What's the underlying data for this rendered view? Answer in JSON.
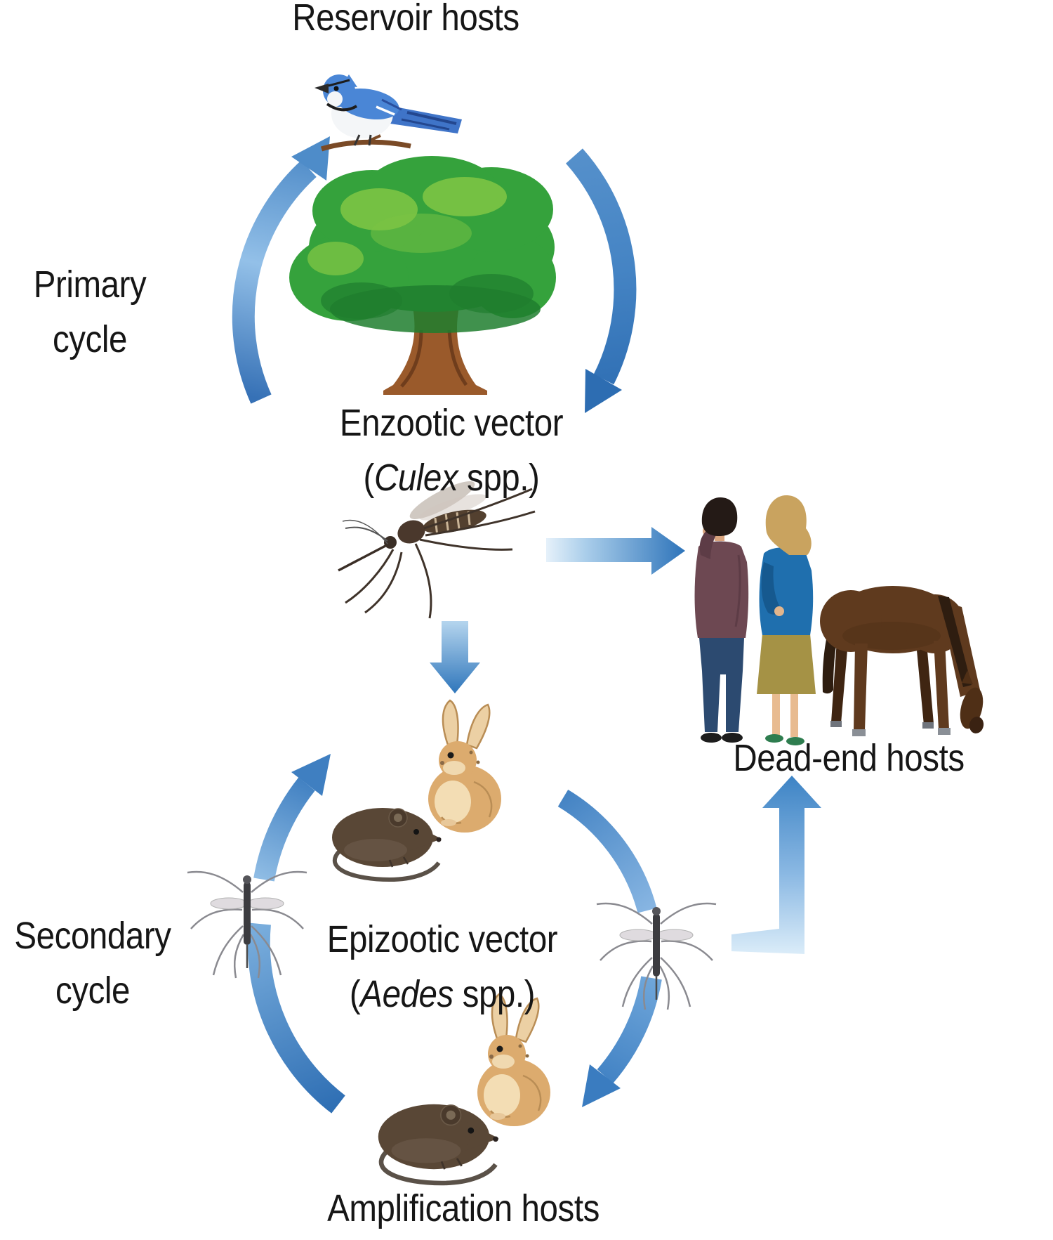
{
  "labels": {
    "reservoir_hosts": "Reservoir hosts",
    "primary_cycle": [
      "Primary",
      "cycle"
    ],
    "enzootic_vector": {
      "line1": "Enzootic vector",
      "pre": "(",
      "genus": "Culex",
      "post": " spp.)"
    },
    "secondary_cycle": [
      "Secondary",
      "cycle"
    ],
    "epizootic_vector": {
      "line1": "Epizootic vector",
      "pre": "(",
      "genus": "Aedes",
      "post": " spp.)"
    },
    "dead_end_hosts": "Dead-end hosts",
    "amplification_hosts": "Amplification hosts"
  },
  "icons": [
    "blue-jay-icon",
    "tree-icon",
    "culex-mosquito-icon",
    "aedes-mosquito-left-icon",
    "aedes-mosquito-right-icon",
    "mouse-icon-top",
    "rabbit-icon-top",
    "mouse-icon-bottom",
    "rabbit-icon-bottom",
    "man-icon",
    "woman-icon",
    "horse-icon"
  ],
  "flows": [
    {
      "from": "enzootic-vector",
      "to": "reservoir-hosts",
      "style": "cycle-arc-left",
      "direction": "clockwise"
    },
    {
      "from": "reservoir-hosts",
      "to": "enzootic-vector",
      "style": "cycle-arc-right",
      "direction": "clockwise"
    },
    {
      "from": "enzootic-vector",
      "to": "dead-end-hosts",
      "style": "straight-right-arrow"
    },
    {
      "from": "enzootic-vector",
      "to": "amplification-hosts",
      "style": "straight-down-arrow"
    },
    {
      "from": "epizootic-vector",
      "to": "amplification-hosts",
      "style": "cycle-arc",
      "direction": "clockwise"
    },
    {
      "from": "amplification-hosts",
      "to": "epizootic-vector",
      "style": "cycle-arc",
      "direction": "clockwise"
    },
    {
      "from": "epizootic-vector",
      "to": "dead-end-hosts",
      "style": "elbow-up-arrow"
    }
  ],
  "colors": {
    "background": "#ffffff",
    "text": "#161616",
    "arrow_blue": "#2e72b8",
    "arrow_blue_mid": "#5590cb",
    "arrow_blue_light": "#b9d6ef",
    "tree_green": "#35a23c",
    "tree_green_light": "#7cc444",
    "tree_green_dark": "#1f7e2e",
    "trunk_brown": "#9a5a2b",
    "bird_blue": "#4a86d6",
    "mosquito_dark": "#4a382c",
    "mosquito_pale": "#8a8a90",
    "mouse_brown": "#594736",
    "rabbit_tan": "#dcab6e",
    "horse_brown": "#5f3a1e",
    "man_jacket": "#6d4852",
    "man_jeans": "#2c4a70",
    "woman_jacket": "#1f6fae",
    "woman_skirt": "#a59245"
  }
}
